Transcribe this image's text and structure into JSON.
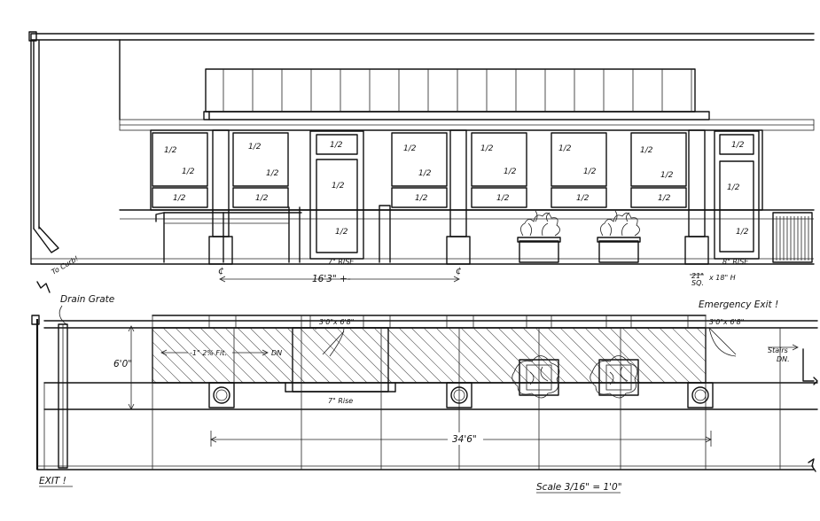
{
  "elevation": {
    "rise_left": "7\" RISE",
    "rise_right": "8\" RISE",
    "centerline_dim": "16'3\" +-",
    "base_dim_a": "21\"",
    "base_dim_a_sub": "SQ.",
    "base_dim_b": "x 18\" H",
    "pane_mark": "1/2",
    "centerline_mark": "¢"
  },
  "plan": {
    "to_curb": "To Curb!",
    "drain_grate": "Drain Grate",
    "emergency_exit": "Emergency Exit !",
    "door_left": "3'0\"x 6'8\"",
    "door_right": "3'0\"x 6'8\"",
    "slope_note": "-1\" 2% Fit.",
    "dn_left": "DN",
    "stairs": "Stairs",
    "stairs_dn": "DN.",
    "depth_dim": "6'0\"",
    "rise_plan": "7\" Rise",
    "length_dim": "34'6\"",
    "exit": "EXIT !",
    "scale": "Scale 3/16\" = 1'0\""
  }
}
